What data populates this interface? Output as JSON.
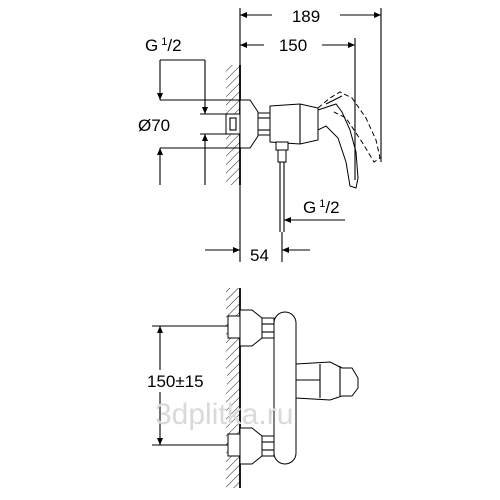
{
  "dimensions": {
    "overall_length": "189",
    "lever_length": "150",
    "thread_top": "G",
    "thread_top_num": "1",
    "thread_top_den": "/2",
    "rosette_diameter": "Ø70",
    "thread_outlet": "G",
    "thread_outlet_num": "1",
    "thread_outlet_den": "/2",
    "outlet_offset": "54",
    "centers": "150±15"
  },
  "watermark": "3dplitka.ru"
}
